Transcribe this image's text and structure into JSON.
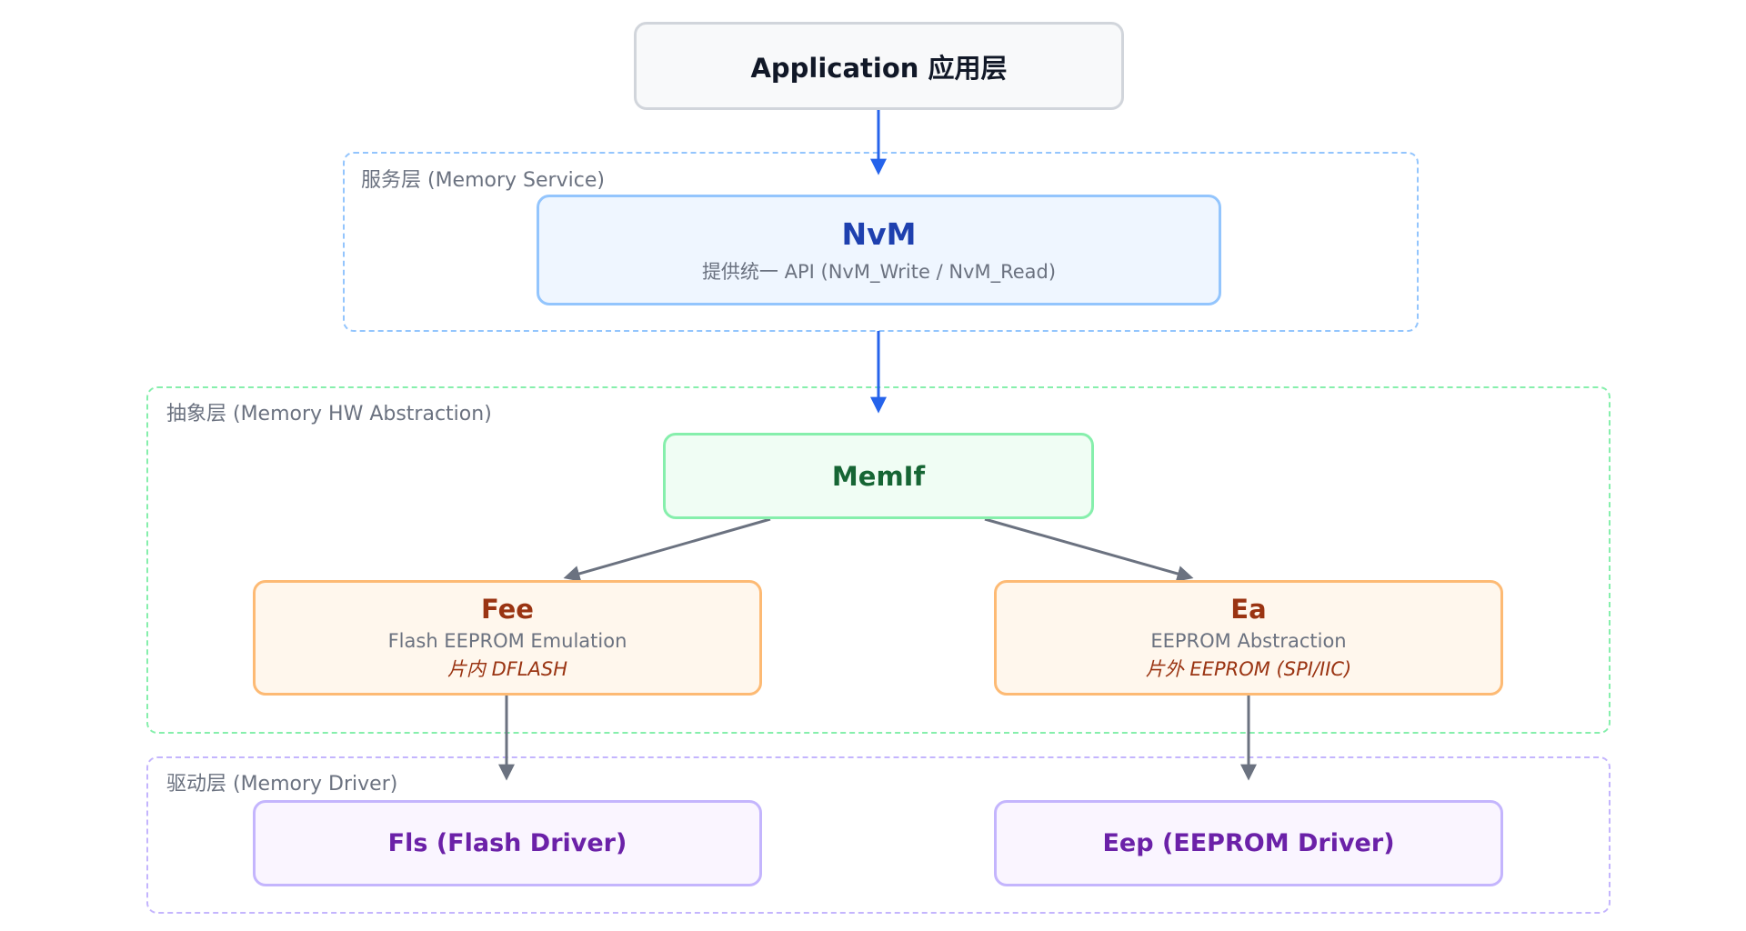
{
  "groups": {
    "service": {
      "label": "服务层 (Memory Service)"
    },
    "abstraction": {
      "label": "抽象层 (Memory HW Abstraction)"
    },
    "driver": {
      "label": "驱动层 (Memory Driver)"
    }
  },
  "nodes": {
    "app": {
      "title": "Application 应用层"
    },
    "nvm": {
      "title": "NvM",
      "subtitle": "提供统一 API (NvM_Write / NvM_Read)"
    },
    "memif": {
      "title": "MemIf"
    },
    "fee": {
      "title": "Fee",
      "subtitle": "Flash EEPROM Emulation",
      "note": "片内 DFLASH"
    },
    "ea": {
      "title": "Ea",
      "subtitle": "EEPROM Abstraction",
      "note": "片外 EEPROM (SPI/IIC)"
    },
    "fls": {
      "title": "Fls (Flash Driver)"
    },
    "eep": {
      "title": "Eep (EEPROM Driver)"
    }
  },
  "edges": [
    {
      "from": "app",
      "to": "nvm",
      "color": "#2563eb"
    },
    {
      "from": "nvm",
      "to": "memif",
      "color": "#2563eb"
    },
    {
      "from": "memif",
      "to": "fee",
      "color": "#6b7280"
    },
    {
      "from": "memif",
      "to": "ea",
      "color": "#6b7280"
    },
    {
      "from": "fee",
      "to": "fls",
      "color": "#6b7280"
    },
    {
      "from": "ea",
      "to": "eep",
      "color": "#6b7280"
    }
  ],
  "colors": {
    "service_border": "#93c5fd",
    "abstraction_border": "#86efac",
    "driver_border": "#c4b5fd",
    "primary_arrow": "#2563eb",
    "secondary_arrow": "#6b7280"
  }
}
